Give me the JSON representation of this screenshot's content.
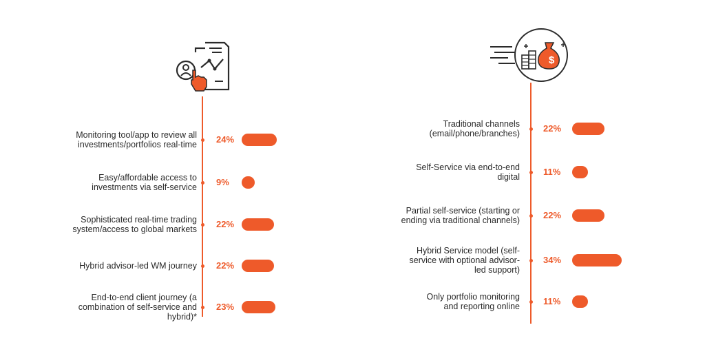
{
  "chart_data": [
    {
      "type": "bar",
      "orientation": "horizontal",
      "icon": "touch-screen-analytics-icon",
      "categories": [
        "Monitoring tool/app to review all investments/portfolios real-time",
        "Easy/affordable access to investments via self-service",
        "Sophisticated real-time trading system/access to global markets",
        "Hybrid advisor-led WM journey",
        "End-to-end client journey (a combination of self-service and hybrid)*"
      ],
      "label_lines": [
        [
          "Monitoring tool/app to review all",
          "investments/portfolios real-time"
        ],
        [
          "Easy/affordable access to",
          "investments via self-service"
        ],
        [
          "Sophisticated real-time trading",
          "system/access to global markets"
        ],
        [
          "Hybrid advisor-led WM journey"
        ],
        [
          "End-to-end client journey (a",
          "combination of self-service and",
          "hybrid)*"
        ]
      ],
      "values": [
        24,
        9,
        22,
        22,
        23
      ],
      "value_labels": [
        "24%",
        "9%",
        "22%",
        "22%",
        "23%"
      ],
      "unit": "%",
      "color": "#ee5a2a"
    },
    {
      "type": "bar",
      "orientation": "horizontal",
      "icon": "money-bag-coins-icon",
      "categories": [
        "Traditional channels (email/phone/branches)",
        "Self-Service via end-to-end digital",
        "Partial self-service (starting or ending via traditional channels)",
        "Hybrid Service model (self-service with optional advisor-led support)",
        "Only portfolio monitoring and reporting online"
      ],
      "label_lines": [
        [
          "Traditional channels",
          "(email/phone/branches)"
        ],
        [
          "Self-Service via end-to-end",
          "digital"
        ],
        [
          "Partial self-service (starting or",
          "ending via traditional channels)"
        ],
        [
          "Hybrid Service model (self-",
          "service with optional advisor-",
          "led support)"
        ],
        [
          "Only portfolio monitoring",
          "and reporting online"
        ]
      ],
      "values": [
        22,
        11,
        22,
        34,
        11
      ],
      "value_labels": [
        "22%",
        "11%",
        "22%",
        "34%",
        "11%"
      ],
      "unit": "%",
      "color": "#ee5a2a"
    }
  ]
}
